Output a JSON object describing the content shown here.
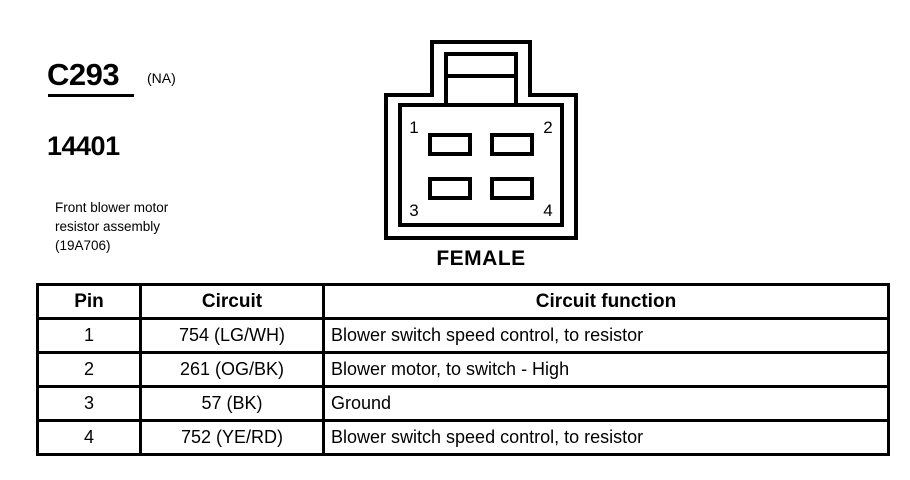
{
  "identification": {
    "connector_id": "C293",
    "availability_note": "(NA)",
    "part_number": "14401",
    "description_lines": [
      "Front blower motor",
      "resistor assembly",
      "(19A706)"
    ]
  },
  "connector_diagram": {
    "gender_label": "FEMALE",
    "cavity_count": 4,
    "pin_labels": [
      "1",
      "2",
      "3",
      "4"
    ],
    "line_color": "#000000",
    "fill_color": "#ffffff"
  },
  "pin_table": {
    "headers": [
      "Pin",
      "Circuit",
      "Circuit function"
    ],
    "rows": [
      {
        "pin": "1",
        "circuit": "754 (LG/WH)",
        "function": "Blower switch speed control, to resistor"
      },
      {
        "pin": "2",
        "circuit": "261 (OG/BK)",
        "function": "Blower motor, to switch - High"
      },
      {
        "pin": "3",
        "circuit": "57 (BK)",
        "function": "Ground"
      },
      {
        "pin": "4",
        "circuit": "752 (YE/RD)",
        "function": "Blower switch speed control, to resistor"
      }
    ]
  }
}
